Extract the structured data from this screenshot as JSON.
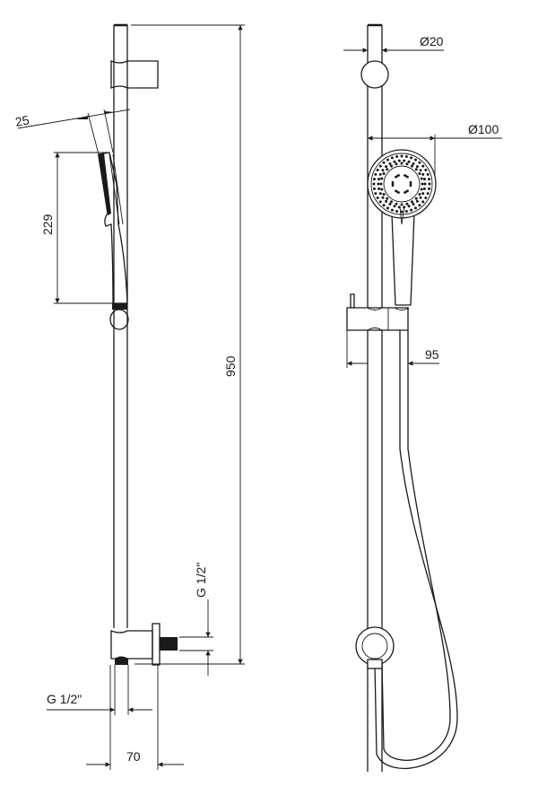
{
  "drawing": {
    "side_view": {
      "dim_head_thickness": "25",
      "dim_handshower_length": "229",
      "dim_total_height": "950",
      "dim_outlet_thread_vertical": "G 1/2\"",
      "dim_outlet_thread_horizontal": "G 1/2\"",
      "dim_wall_projection": "70"
    },
    "front_view": {
      "dim_rail_diameter": "Ø20",
      "dim_head_diameter": "Ø100",
      "dim_holder_projection": "95"
    },
    "colors": {
      "line": "#1a1a1a",
      "background": "#ffffff"
    }
  }
}
